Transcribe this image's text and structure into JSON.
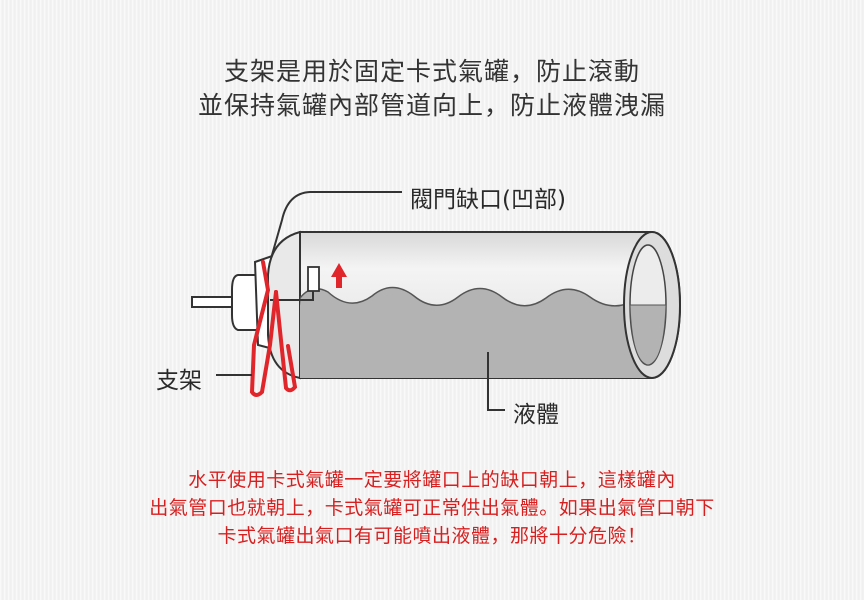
{
  "heading": {
    "line1": "支架是用於固定卡式氣罐，防止滾動",
    "line2": "並保持氣罐內部管道向上，防止液體洩漏"
  },
  "labels": {
    "valve_notch": "閥門缺口(凹部)",
    "bracket": "支架",
    "liquid": "液體"
  },
  "warning": {
    "line1": "水平使用卡式氣罐一定要將罐口上的缺口朝上，這樣罐內",
    "line2": "出氣管口也就朝上，卡式氣罐可正常供出氣體。如果出氣管口朝下",
    "line3": "卡式氣罐出氣口有可能噴出液體，那將十分危險！"
  },
  "colors": {
    "warning_text": "#d71f1f",
    "bracket": "#e0252b",
    "arrow": "#e0252b",
    "liquid": "#b3b3b3",
    "canister_body": "#e6e6e6"
  }
}
